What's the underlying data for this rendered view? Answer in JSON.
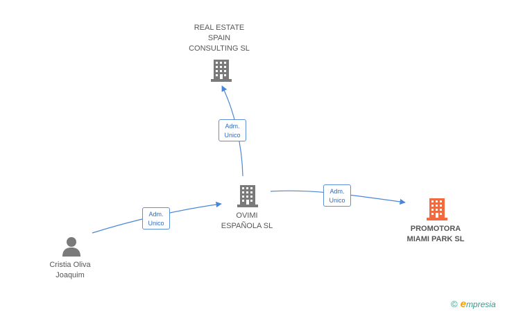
{
  "nodes": {
    "real_estate": {
      "name_lines": [
        "REAL ESTATE",
        "SPAIN",
        "CONSULTING  SL"
      ]
    },
    "ovimi": {
      "name_lines": [
        "OVIMI",
        "ESPAÑOLA SL"
      ]
    },
    "promotora": {
      "name_lines": [
        "PROMOTORA",
        "MIAMI PARK SL"
      ],
      "color": "#f26a3d"
    },
    "person": {
      "name_lines": [
        "Cristia Oliva",
        "Joaquim"
      ]
    }
  },
  "edges": {
    "ovimi_to_real_estate": {
      "lines": [
        "Adm.",
        "Unico"
      ]
    },
    "ovimi_to_promotora": {
      "lines": [
        "Adm.",
        "Unico"
      ]
    },
    "person_to_ovimi": {
      "lines": [
        "Adm.",
        "Unico"
      ]
    }
  },
  "colors": {
    "company": "#7a7a7a",
    "highlight": "#f26a3d",
    "edge": "#4a86d8"
  },
  "brand": {
    "copyright": "©",
    "e": "e",
    "rest": "mpresia"
  }
}
